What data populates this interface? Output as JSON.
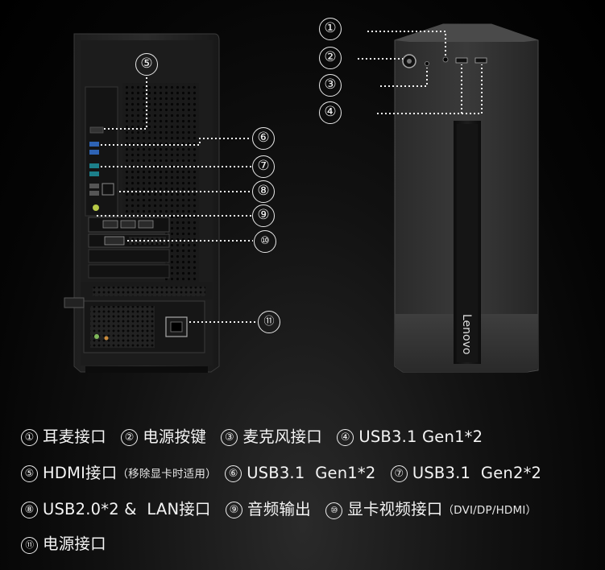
{
  "callouts": [
    {
      "id": "1",
      "label": "①"
    },
    {
      "id": "2",
      "label": "②"
    },
    {
      "id": "3",
      "label": "③"
    },
    {
      "id": "4",
      "label": "④"
    },
    {
      "id": "5",
      "label": "⑤"
    },
    {
      "id": "6",
      "label": "⑥"
    },
    {
      "id": "7",
      "label": "⑦"
    },
    {
      "id": "8",
      "label": "⑧"
    },
    {
      "id": "9",
      "label": "⑨"
    },
    {
      "id": "10",
      "label": "⑩"
    },
    {
      "id": "11",
      "label": "⑪"
    }
  ],
  "brand": "Lenovo",
  "legend": {
    "row1": [
      {
        "num": "①",
        "text": "耳麦接口"
      },
      {
        "num": "②",
        "text": "电源按键"
      },
      {
        "num": "③",
        "text": "麦克风接口"
      },
      {
        "num": "④",
        "text": "USB3.1 Gen1*2"
      }
    ],
    "row2": [
      {
        "num": "⑤",
        "text": "HDMI接口",
        "sub": "（移除显卡时适用）"
      },
      {
        "num": "⑥",
        "text": "USB3.1  Gen1*2"
      },
      {
        "num": "⑦",
        "text": "USB3.1  Gen2*2"
      }
    ],
    "row3": [
      {
        "num": "⑧",
        "text": "USB2.0*2 &  LAN接口"
      },
      {
        "num": "⑨",
        "text": "音频输出"
      },
      {
        "num": "⑩",
        "text": "显卡视频接口",
        "sub": "（DVI/DP/HDMI）"
      }
    ],
    "row4": [
      {
        "num": "⑪",
        "text": "电源接口"
      }
    ]
  }
}
